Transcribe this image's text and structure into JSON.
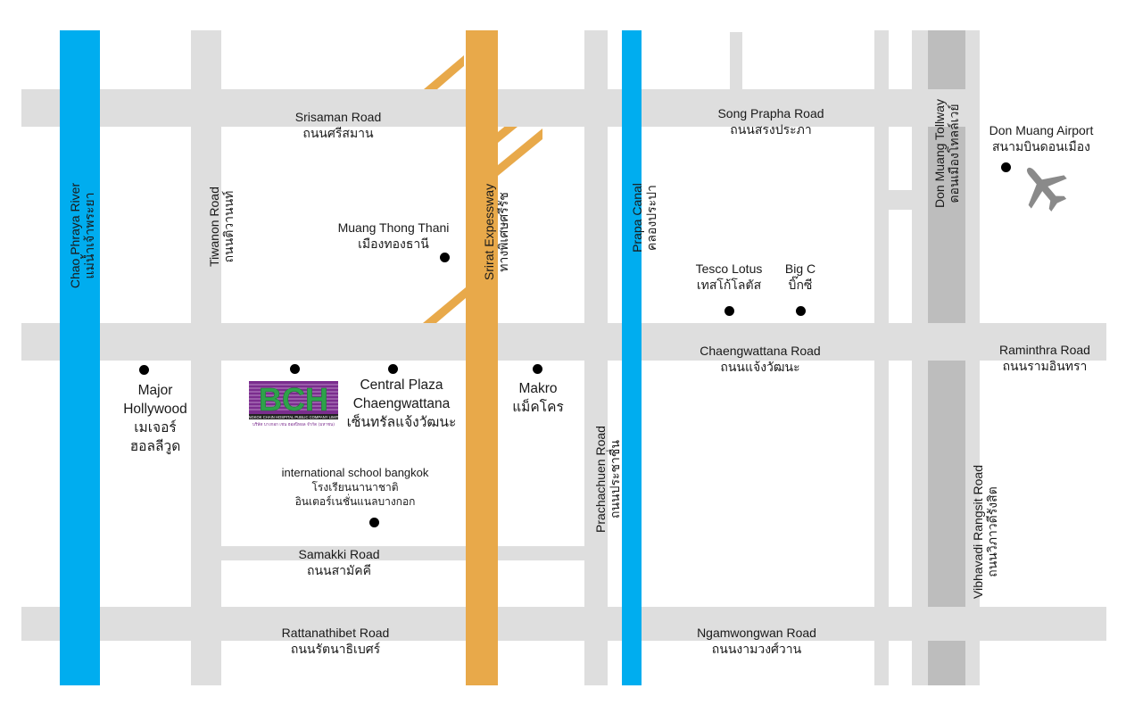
{
  "roads": {
    "srisaman": {
      "en": "Srisaman Road",
      "th": "ถนนศรีสมาน"
    },
    "song_prapha": {
      "en": "Song Prapha Road",
      "th": "ถนนสรงประภา"
    },
    "chaengwattana": {
      "en": "Chaengwattana Road",
      "th": "ถนนแจ้งวัฒนะ"
    },
    "raminthra": {
      "en": "Raminthra Road",
      "th": "ถนนรามอินทรา"
    },
    "samakki": {
      "en": "Samakki Road",
      "th": "ถนนสามัคคี"
    },
    "rattanathibet": {
      "en": "Rattanathibet Road",
      "th": "ถนนรัตนาธิเบศร์"
    },
    "ngamwongwan": {
      "en": "Ngamwongwan Road",
      "th": "ถนนงามวงศ์วาน"
    },
    "tiwanon": {
      "en": "Tiwanon Road",
      "th": "ถนนติวานนท์"
    },
    "prachachuen": {
      "en": "Prachachuen Road",
      "th": "ถนนประชาชื่น"
    },
    "vibhavadi": {
      "en": "Vibhavadi Rangsit Road",
      "th": "ถนนวิภาวดีรังสิต"
    },
    "don_muang_tollway": {
      "en": "Don Muang Tollway",
      "th": "ดอนเมืองโทลล์เวย์"
    }
  },
  "waterways": {
    "chao_phraya": {
      "en": "Chao Phraya River",
      "th": "แม่น้ำเจ้าพระยา",
      "color": "#00adef"
    },
    "prapa": {
      "en": "Prapa Canal",
      "th": "คลองประปา",
      "color": "#00adef"
    }
  },
  "expressway": {
    "en": "Srirat Expessway",
    "th": "ทางพิเศษศรีรัช",
    "color": "#e8a94a"
  },
  "places": {
    "muang_thong": {
      "en": "Muang Thong Thani",
      "th": "เมืองทองธานี"
    },
    "tesco": {
      "en": "Tesco Lotus",
      "th": "เทสโก้โลตัส"
    },
    "bigc": {
      "en": "Big C",
      "th": "บิ๊กซี"
    },
    "major": {
      "en1": "Major",
      "en2": "Hollywood",
      "th1": "เมเจอร์",
      "th2": "ฮอลลีวูด"
    },
    "central": {
      "en1": "Central Plaza",
      "en2": "Chaengwattana",
      "th": "เซ็นทรัลแจ้งวัฒนะ"
    },
    "makro": {
      "en": "Makro",
      "th": "แม็คโคร"
    },
    "isb": {
      "en": "international school bangkok",
      "th1": "โรงเรียนนานาชาติ",
      "th2": "อินเตอร์เนชั่นแนลบางกอก"
    },
    "airport": {
      "en": "Don Muang Airport",
      "th": "สนามบินดอนเมือง",
      "icon": "airplane-icon"
    }
  },
  "logo": {
    "text": "BCH",
    "subtitle": "BANGKOK CHAIN HOSPITAL PUBLIC COMPANY LIMITED",
    "thai": "บริษัท บางกอก เชน ฮอสปิทอล จำกัด (มหาชน)",
    "colors": {
      "green": "#2ea24a",
      "purple": "#7b2d8e"
    }
  },
  "colors": {
    "road": "#dedede",
    "tollway": "#bdbdbd"
  }
}
